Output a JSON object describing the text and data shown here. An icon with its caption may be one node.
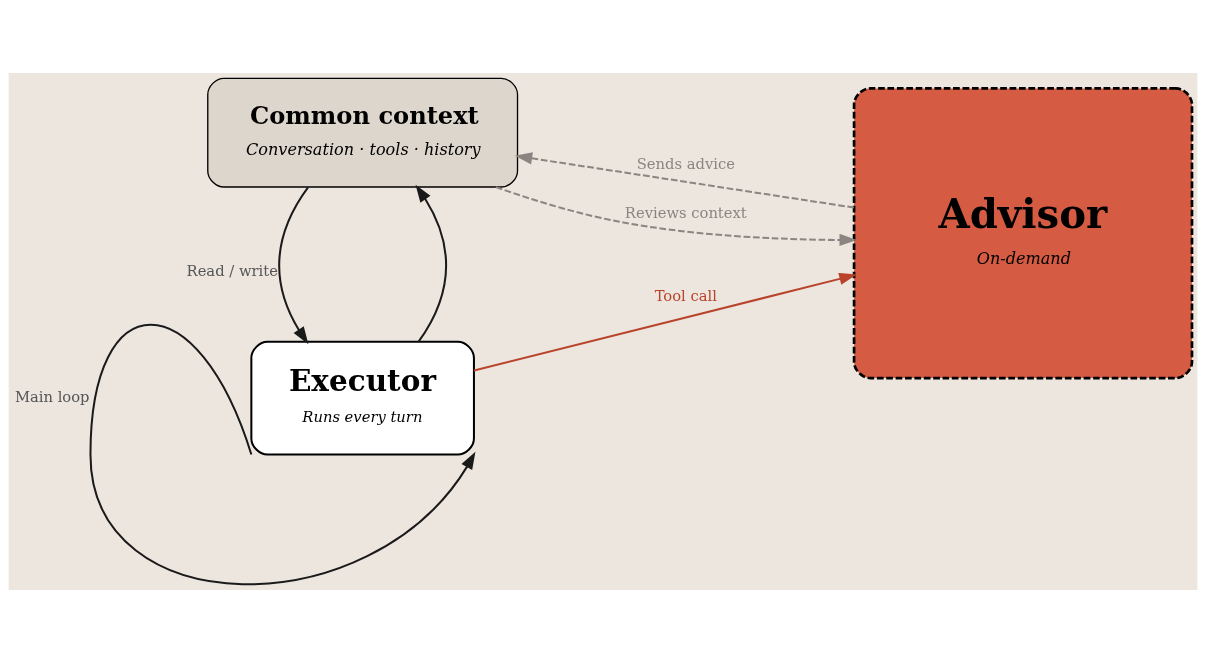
{
  "diagram": {
    "nodes": [
      {
        "text": [
          "Executor",
          "Runs every turn"
        ]
      },
      {
        "text": [
          "Advisor",
          "On-demand"
        ]
      },
      {
        "text": [
          "Common context",
          "Conversation · tools · history"
        ]
      }
    ],
    "edges": [
      {
        "from": 0,
        "to": 0,
        "arrow": "to",
        "label": "Main loop"
      },
      {
        "from": 0,
        "to": 1,
        "arrow": "to",
        "label": "Tool call",
        "color": "#b8432a"
      },
      {
        "from": 0,
        "to": 2,
        "arrow": "to"
      },
      {
        "from": 2,
        "to": 0,
        "arrow": "to",
        "label": "Read / write"
      },
      {
        "from": 1,
        "to": 2,
        "arrow": "to",
        "label": "Sends advice",
        "style": "dashed",
        "color": "#8a8580"
      },
      {
        "from": 2,
        "to": 1,
        "arrow": "to",
        "label": "Reviews context",
        "style": "dashed",
        "color": "#8a8580"
      }
    ]
  }
}
